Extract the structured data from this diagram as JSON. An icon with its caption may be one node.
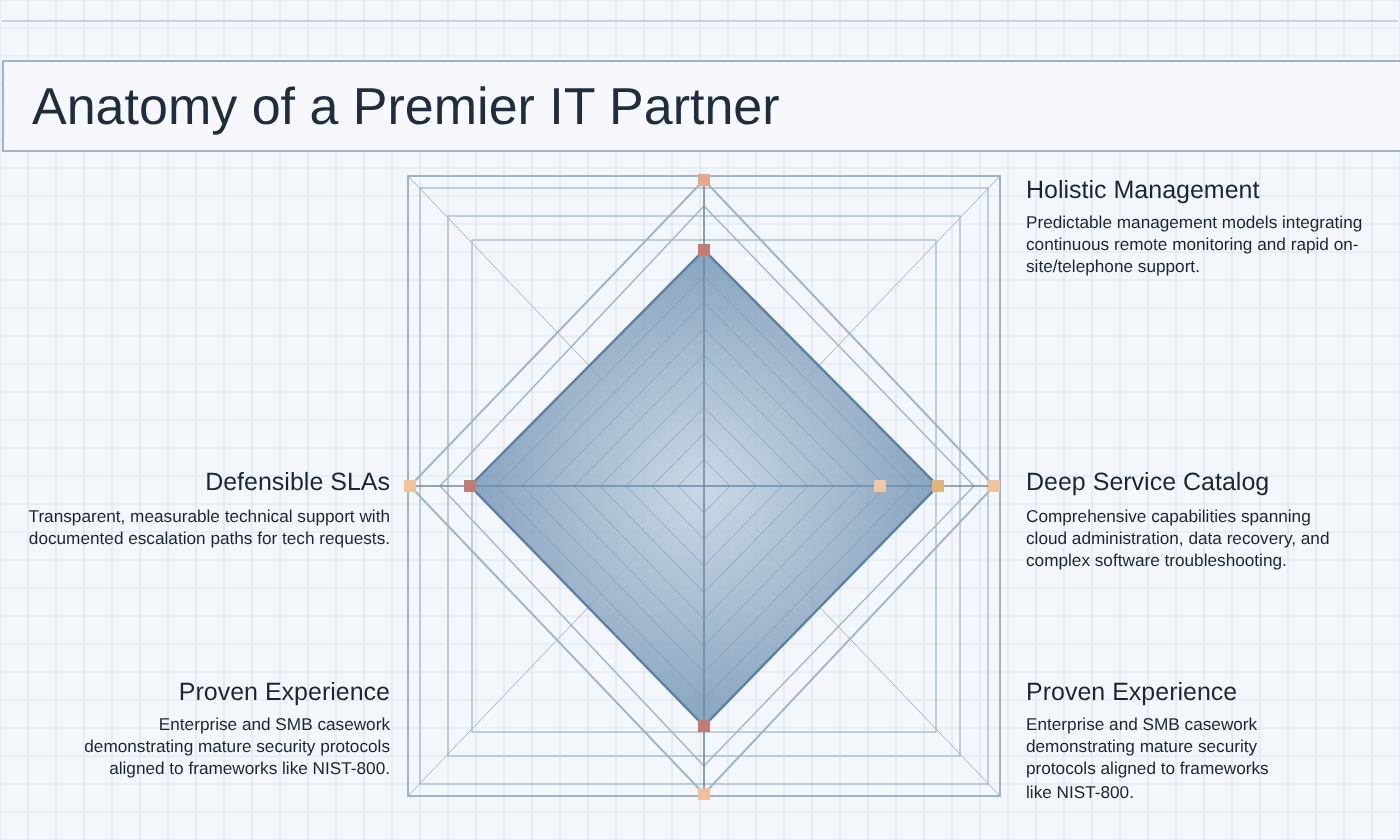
{
  "diagram": {
    "title": "Anatomy of a Premier IT Partner",
    "labels": [
      "Holistic Management",
      "Predictable management models integrating continuous remote monitoring and rapid on-site/telephone support.",
      "Defensible SLAs",
      "Transparent, measurable technical support with documented escalation paths for tech requests.",
      "Deep Service Catalog",
      "Comprehensive capabilities spanning cloud administration, data recovery, and complex software troubleshooting.",
      "Proven Experience",
      "Enterprise and SMB casework demonstrating mature security protocols aligned to frameworks like NIST-800.",
      "Proven Experience",
      "Enterprise and SMB casework demonstrating mature security protocols aligned to frameworks like NIST-800."
    ]
  }
}
